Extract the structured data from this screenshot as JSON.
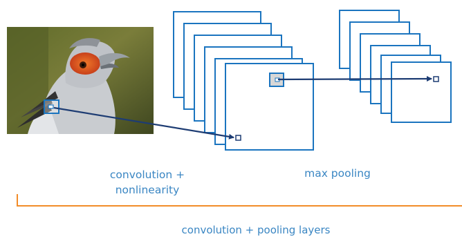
{
  "labels": {
    "convolution": "convolution +",
    "nonlinearity": "nonlinearity",
    "max_pooling": "max pooling",
    "layers": "convolution + pooling layers"
  },
  "colors": {
    "frame": "#1a74bf",
    "arrow": "#1d3c73",
    "label": "#3a86c3",
    "bracket": "#f28c28",
    "patch": "#d7d7d7"
  },
  "image": {
    "subject": "bird photo (secretary bird head)"
  }
}
